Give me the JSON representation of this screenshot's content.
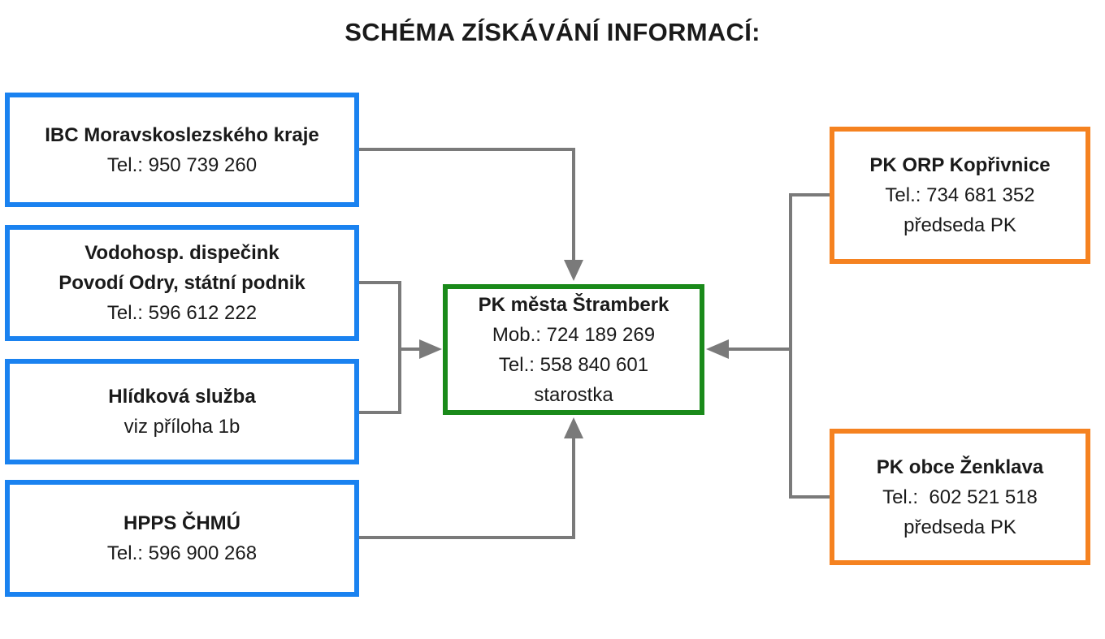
{
  "title": "SCHÉMA ZÍSKÁVÁNÍ INFORMACÍ:",
  "colors": {
    "source": "#1a82f0",
    "center": "#1a8a1a",
    "side": "#f58220",
    "connector": "#7a7a7a"
  },
  "sources": [
    {
      "lines": [
        "IBC Moravskoslezského kraje"
      ],
      "detail": [
        "Tel.: 950 739 260"
      ]
    },
    {
      "lines": [
        "Vodohosp. dispečink",
        "Povodí Odry, státní podnik"
      ],
      "detail": [
        "Tel.: 596 612 222"
      ]
    },
    {
      "lines": [
        "Hlídková služba"
      ],
      "detail": [
        "viz příloha 1b"
      ]
    },
    {
      "lines": [
        "HPPS ČHMÚ"
      ],
      "detail": [
        "Tel.: 596 900 268"
      ]
    }
  ],
  "center": {
    "name": "PK města Štramberk",
    "detail": [
      "Mob.: 724 189 269",
      "Tel.: 558 840 601",
      "starostka"
    ]
  },
  "sides": [
    {
      "name": "PK ORP Kopřivnice",
      "detail": [
        "Tel.: 734 681 352",
        "předseda PK"
      ]
    },
    {
      "name": "PK obce Ženklava",
      "detail": [
        "Tel.:  602 521 518",
        "předseda PK"
      ]
    }
  ]
}
